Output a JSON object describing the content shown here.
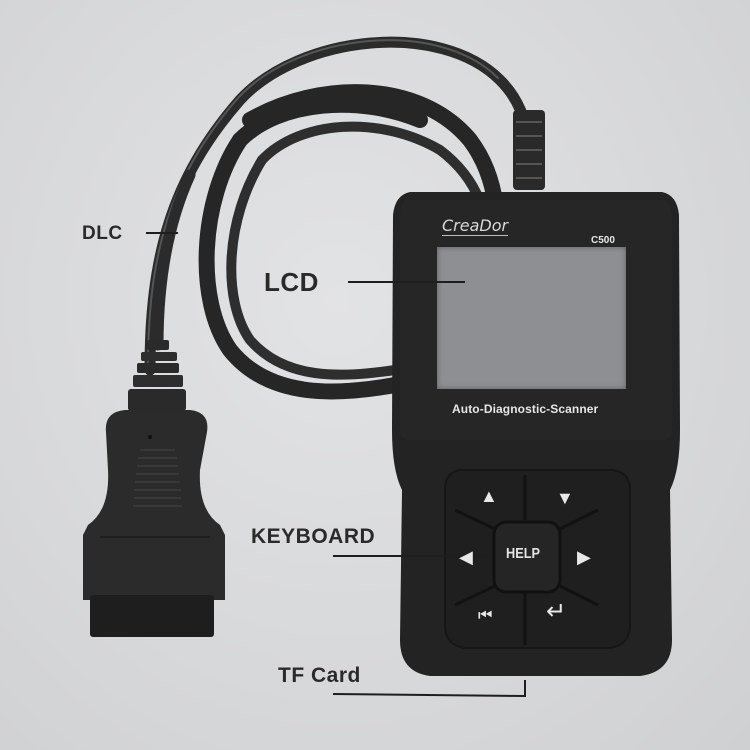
{
  "device": {
    "brand": "CreaDor",
    "model": "C500",
    "subtitle": "Auto-Diagnostic-Scanner"
  },
  "callouts": {
    "dlc": "DLC",
    "lcd": "LCD",
    "keyboard": "KEYBOARD",
    "tf_card": "TF Card"
  },
  "keypad": {
    "up": "▲",
    "down": "▼",
    "left": "◀",
    "right": "▶",
    "help": "HELP",
    "back": "⏮",
    "enter": "↵"
  },
  "colors": {
    "background": "#d9dadc",
    "device_body": "#232323",
    "lcd": "#8e8f92",
    "label_text": "#2a2a2a",
    "key_glyph": "#e8e8e8"
  }
}
